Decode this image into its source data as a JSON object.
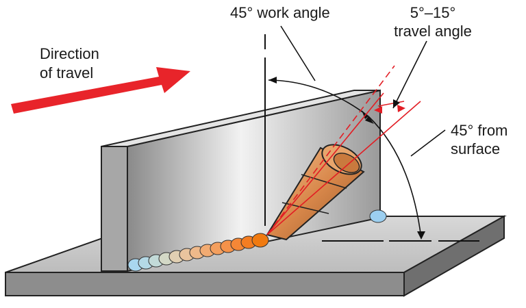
{
  "labels": {
    "work_angle": "45° work angle",
    "travel_angle_line1": "5°–15°",
    "travel_angle_line2": "travel angle",
    "direction_line1": "Direction",
    "direction_line2": "of travel",
    "surface_line1": "45° from",
    "surface_line2": "surface"
  },
  "colors": {
    "arrow_red": "#e8242a",
    "line_red": "#e21d24",
    "steel_light": "#e6e6e6",
    "steel_mid": "#bdbdbd",
    "steel_dark": "#7d7d7d",
    "nozzle_copper": "#d98a4c",
    "bead_start": "#a8d8ee",
    "bead_end": "#f07a10"
  },
  "icons": [
    "direction-arrow-icon",
    "welding-torch-icon"
  ]
}
